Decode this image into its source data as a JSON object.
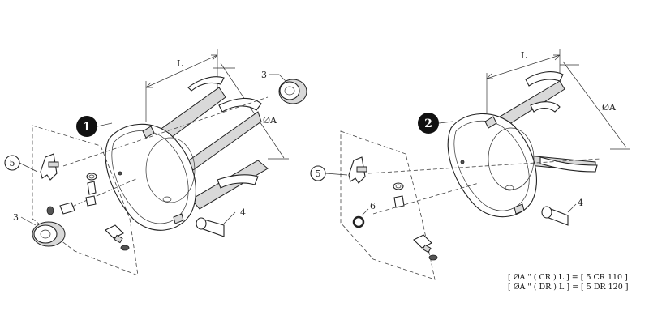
{
  "drawing_1": {
    "badge": "1",
    "dimension_length": "L",
    "dimension_diameter": "ØA",
    "callouts": {
      "bearing_top": "3",
      "lever_group": "5",
      "bearing_bottom": "3",
      "screw": "4"
    }
  },
  "drawing_2": {
    "badge": "2",
    "dimension_length": "L",
    "dimension_diameter": "ØA",
    "callouts": {
      "lever_group": "5",
      "oring": "6",
      "screw": "4"
    }
  },
  "formula": {
    "line1": "[ ØA \" ( CR ) L ] = [ 5 CR 110 ]",
    "line2": "[ ØA \" ( DR ) L ] = [ 5 DR 120 ]"
  },
  "colors": {
    "badge": "#111111",
    "line": "#222222",
    "shade": "#d9d9d9"
  }
}
